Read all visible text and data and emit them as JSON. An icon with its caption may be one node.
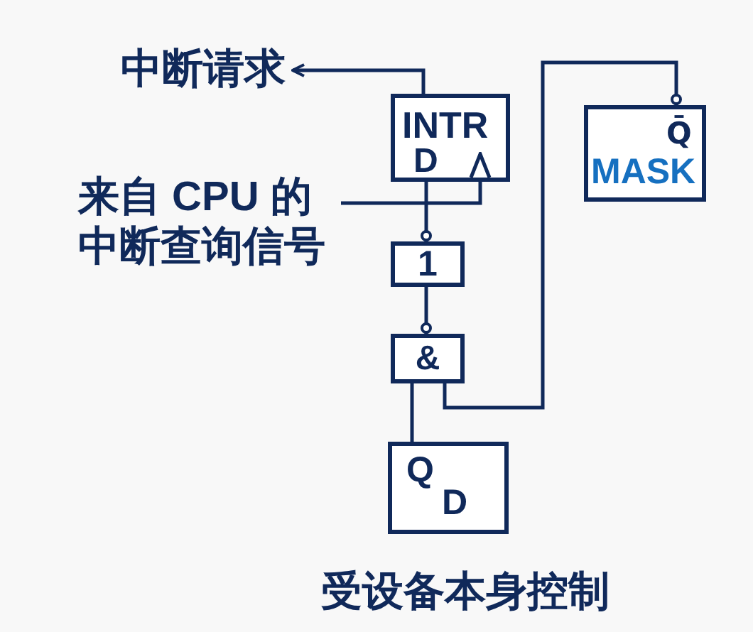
{
  "diagram": {
    "nodes": [
      {
        "text": [
          "中断请求"
        ]
      },
      {
        "text": [
          "INTR",
          "D"
        ]
      },
      {
        "text": [
          "Q̄",
          "MASK"
        ]
      },
      {
        "text": [
          "来自 CPU 的中断查询信号"
        ]
      },
      {
        "text": [
          "1"
        ]
      },
      {
        "text": [
          "&"
        ]
      },
      {
        "text": [
          "Q",
          "D"
        ],
        "beside": [
          "受设备本身控制"
        ]
      }
    ],
    "edges": [
      {
        "from": 1,
        "to": 0,
        "arrow": "to"
      },
      {
        "from": 3,
        "to": 1,
        "arrow": "to"
      },
      {
        "from": 1,
        "to": 4,
        "arrow": "other"
      },
      {
        "from": 4,
        "to": 5,
        "arrow": "other"
      },
      {
        "from": 5,
        "to": 6,
        "arrow": "none"
      },
      {
        "from": 5,
        "to": 2,
        "arrow": "other"
      }
    ]
  }
}
